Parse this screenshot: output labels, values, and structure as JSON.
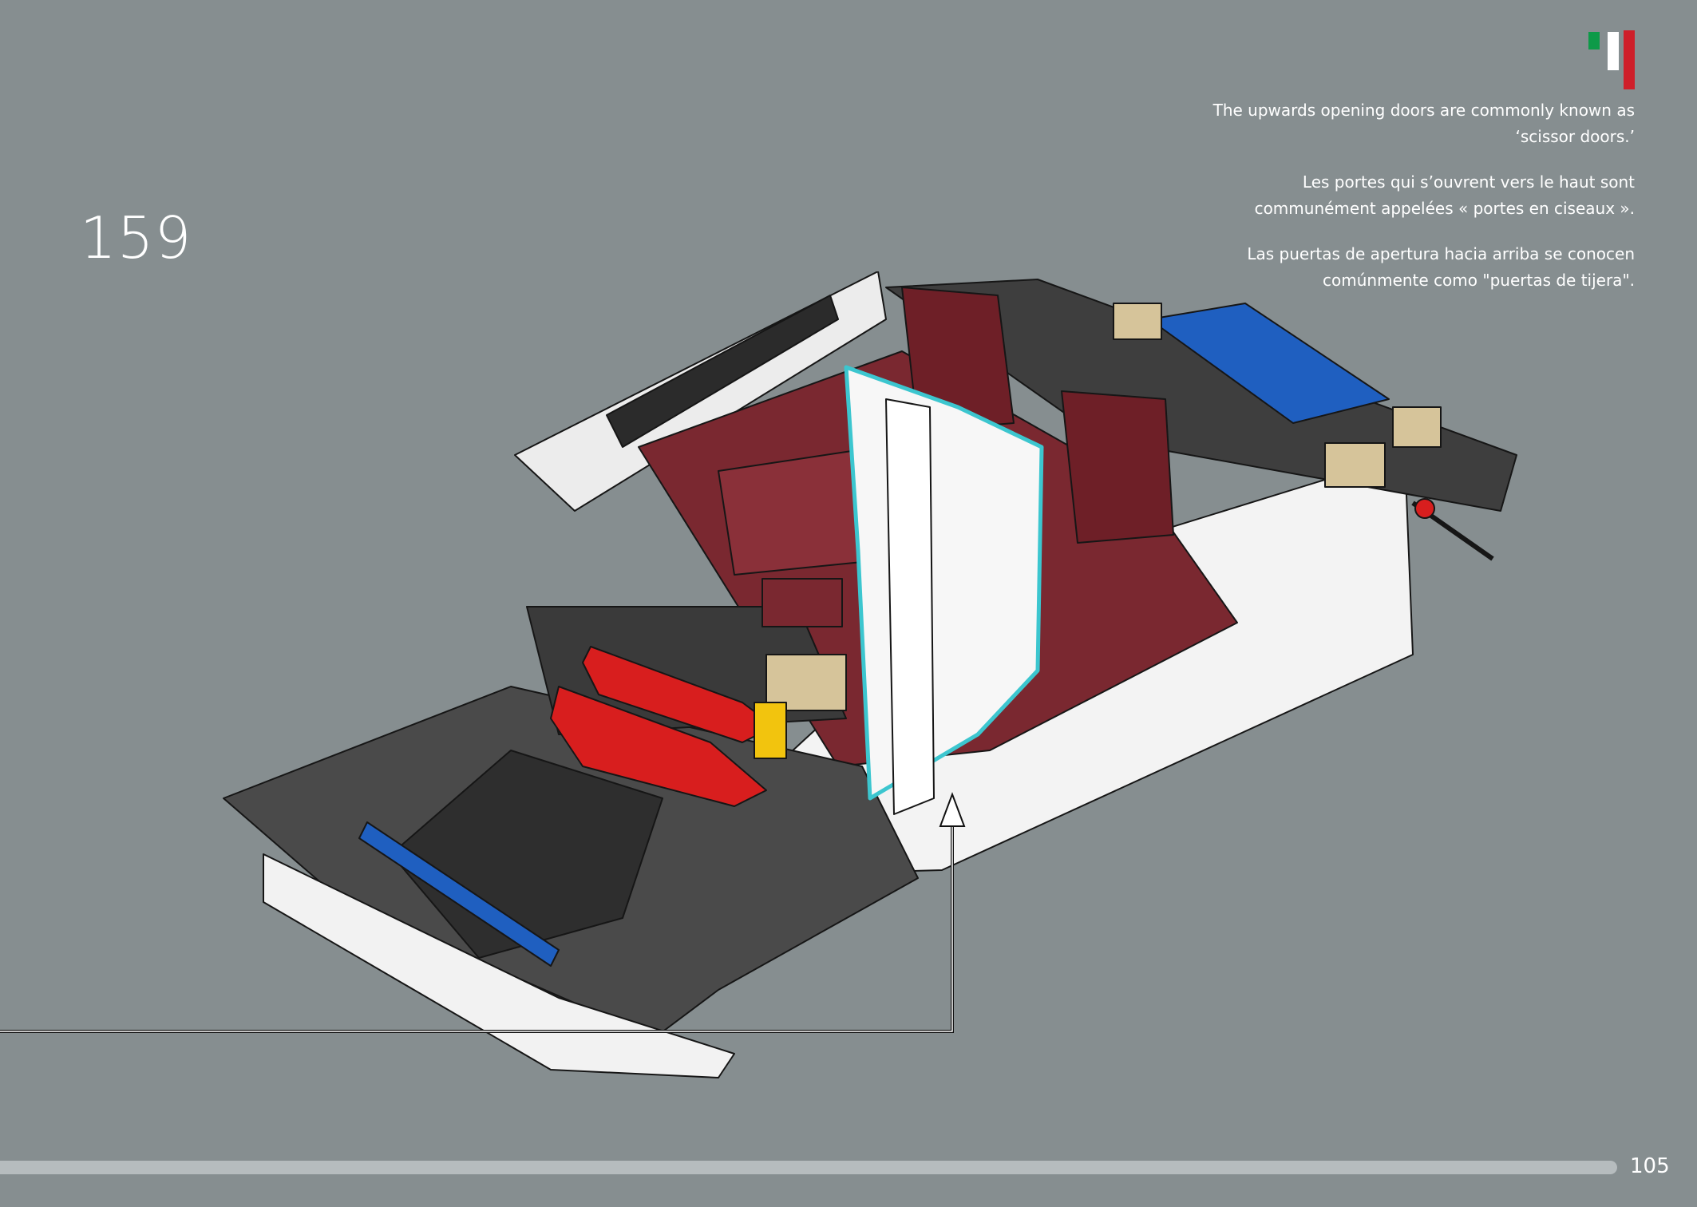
{
  "step": {
    "number": "159"
  },
  "notes": {
    "english": "The upwards opening doors are commonly known as ‘scissor doors.’",
    "french": "Les portes qui s’ouvrent vers le haut sont communément appelées « portes en ciseaux ».",
    "spanish": "Las puertas de apertura hacia arriba se conocen comúnmente como \"puertas de tijera\"."
  },
  "flag": {
    "colors": [
      "#0d9a48",
      "#ffffff",
      "#cf1f2a"
    ]
  },
  "colors": {
    "background": "#868e90",
    "highlight": "#3cc6cf",
    "dark_red": "#7a2830",
    "blue": "#1f5fc0",
    "red": "#d81e1e",
    "tan": "#d6c49a",
    "yellow": "#f2c40e"
  },
  "icons": {
    "flag": "italian-flag-icon",
    "callout_arrow": "callout-arrow-icon"
  },
  "footer": {
    "page_number": "105"
  }
}
